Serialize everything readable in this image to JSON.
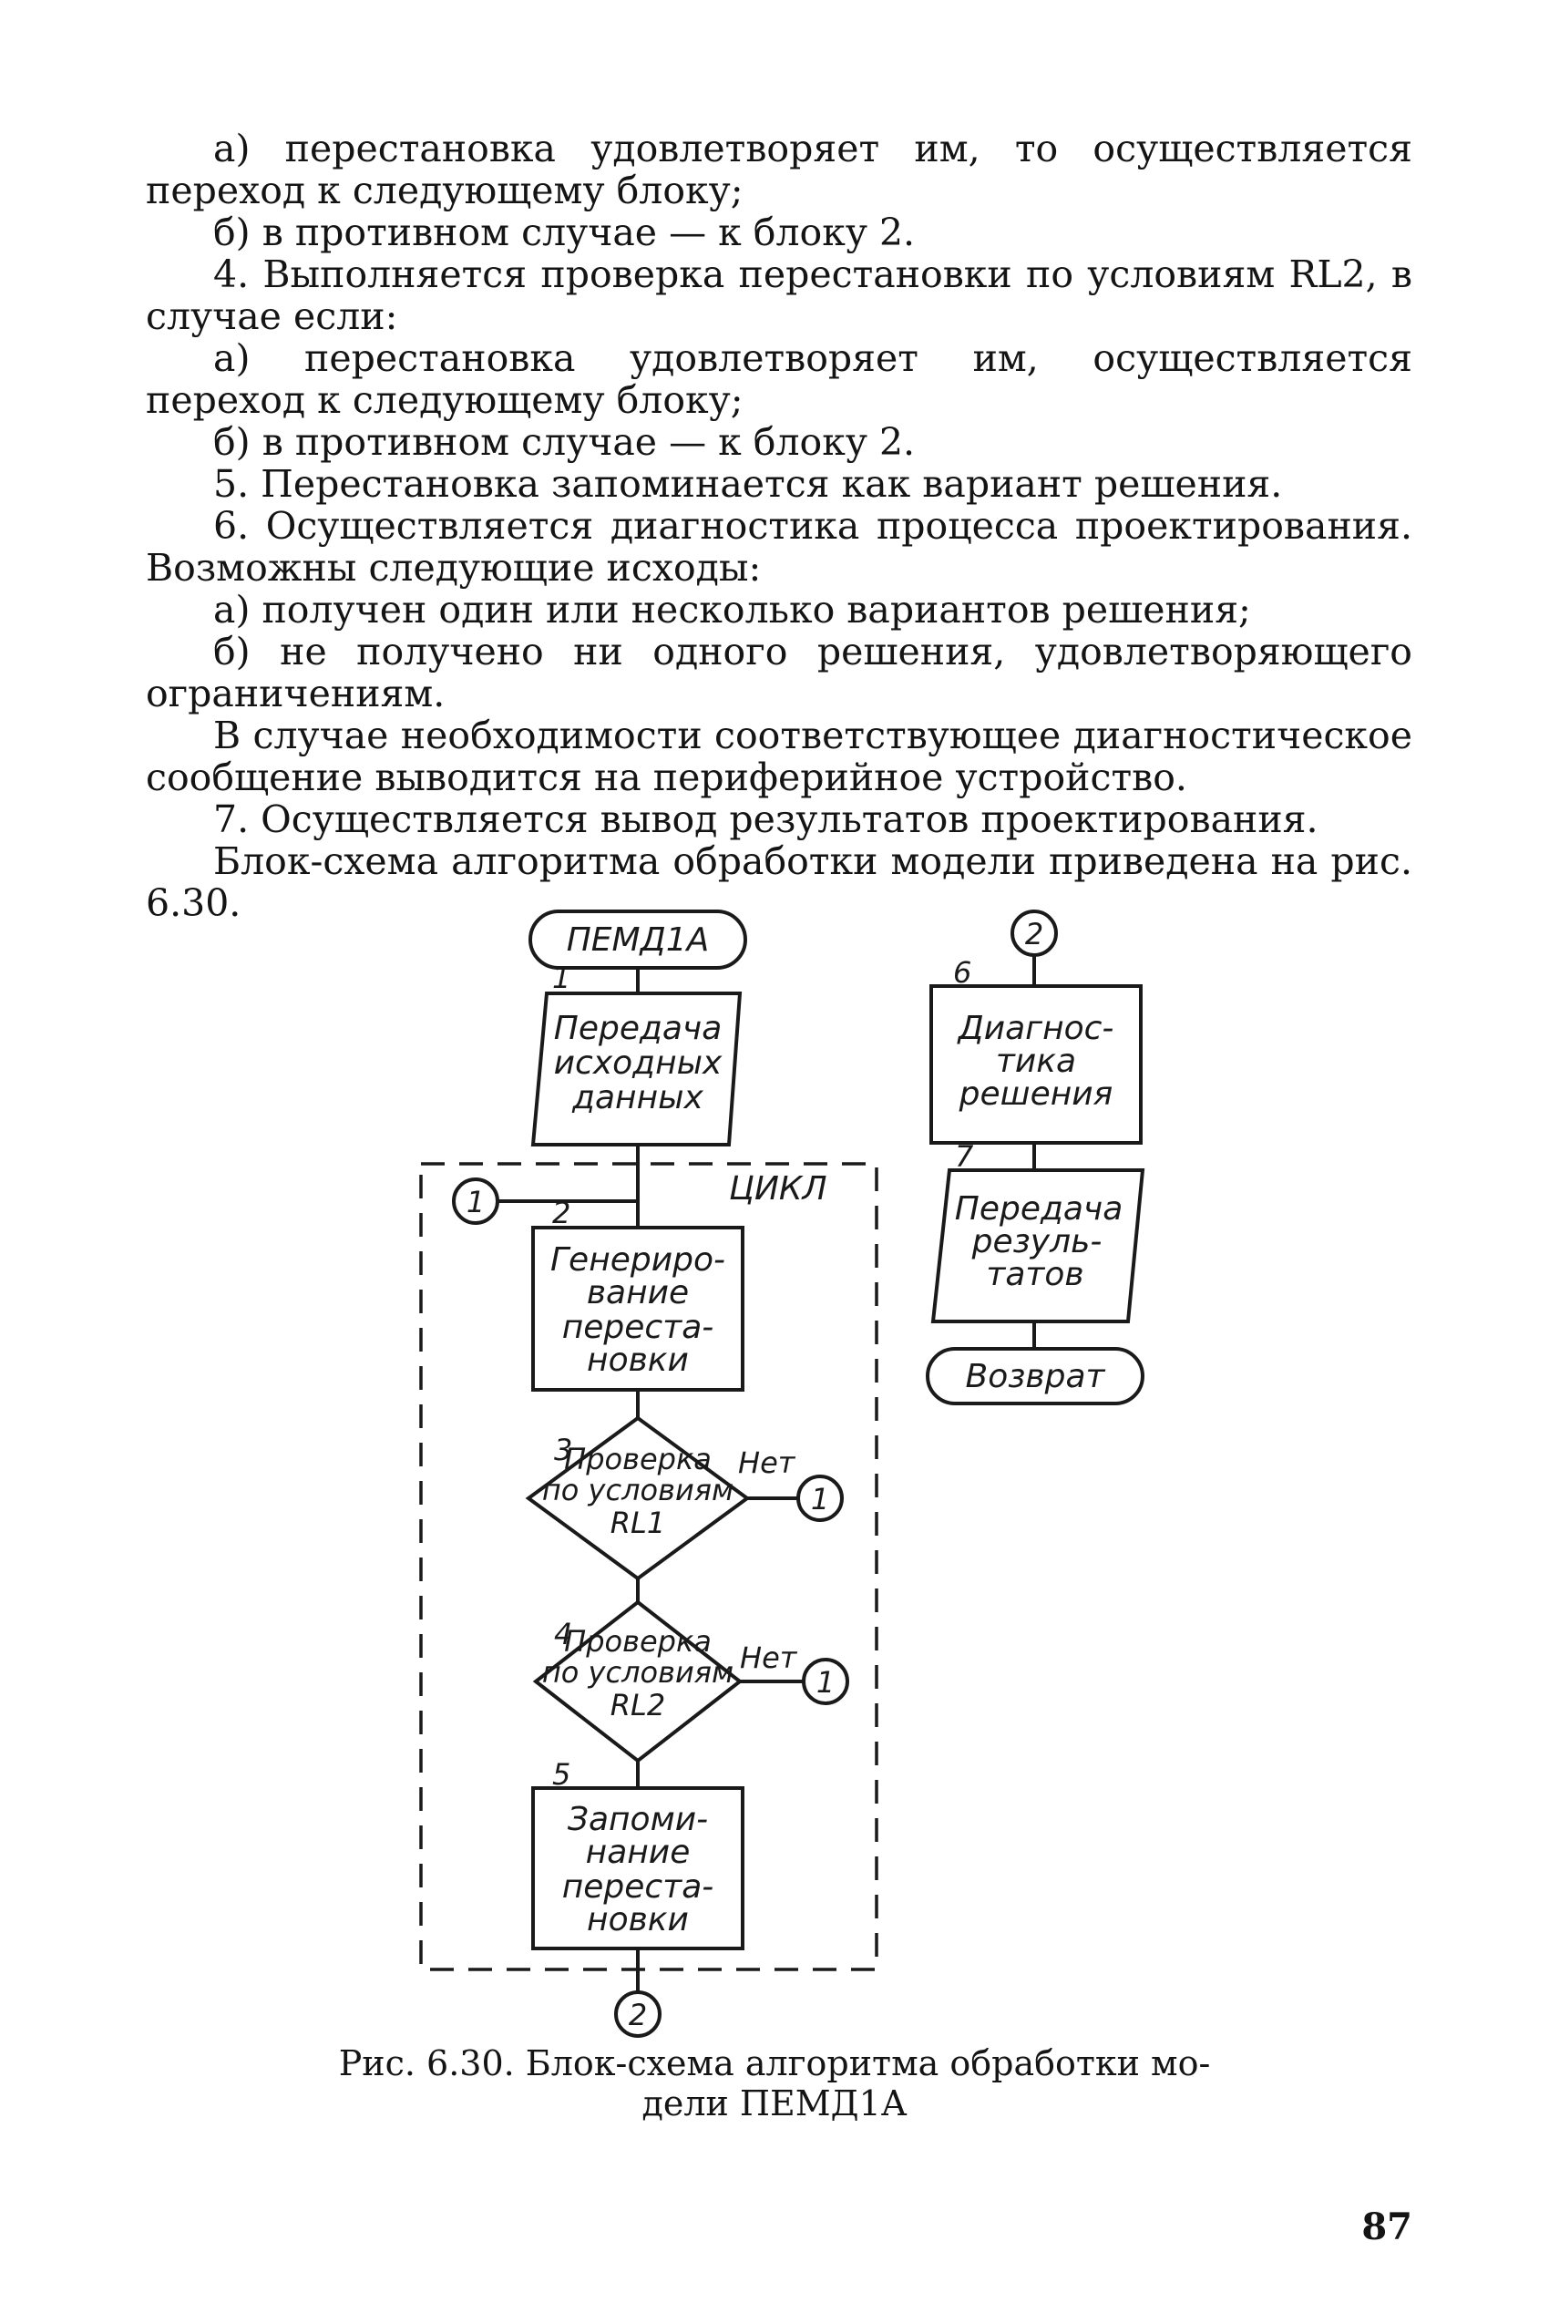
{
  "paragraphs": [
    "а) перестановка удовлетворяет им, то осуществляется переход к следующему блоку;",
    "б) в противном случае — к блоку 2.",
    "4. Выполняется проверка перестановки по условиям RL2, в случае если:",
    "а) перестановка удовлетворяет им, осуществляется переход к следующему блоку;",
    "б) в противном случае — к блоку 2.",
    "5. Перестановка запоминается как вариант решения.",
    "6. Осуществляется диагностика процесса проектирования. Возможны следующие исходы:",
    "а) получен один или несколько вариантов решения;",
    "б) не получено ни одного решения, удовлетворяющего ограничениям.",
    "В случае необходимости соответствующее диагностическое сообщение выводится на периферийное устройство.",
    "7. Осуществляется вывод результатов проектирования.",
    "Блок-схема алгоритма обработки модели приведена на рис. 6.30."
  ],
  "flowchart": {
    "start_label": "ПЕМД1А",
    "cycle_label": "ЦИКЛ",
    "connector_1": "1",
    "connector_2": "2",
    "block_1": {
      "num": "1",
      "lines": [
        "Передача",
        "исходных",
        "данных"
      ]
    },
    "block_2": {
      "num": "2",
      "lines": [
        "Генериро-",
        "вание",
        "переста-",
        "новки"
      ]
    },
    "block_3": {
      "num": "3",
      "lines": [
        "Проверка",
        "по условиям",
        "RL1"
      ],
      "no": "Нет"
    },
    "block_4": {
      "num": "4",
      "lines": [
        "Проверка",
        "по условиям",
        "RL2"
      ],
      "no": "Нет"
    },
    "block_5": {
      "num": "5",
      "lines": [
        "Запоми-",
        "нание",
        "переста-",
        "новки"
      ]
    },
    "block_6": {
      "num": "6",
      "lines": [
        "Диагнос-",
        "тика",
        "решения"
      ]
    },
    "block_7": {
      "num": "7",
      "lines": [
        "Передача",
        "резуль-",
        "татов"
      ]
    },
    "end_label": "Возврат"
  },
  "caption": {
    "line1": "Рис. 6.30. Блок-схема алгоритма обработки мо-",
    "line2": "дели ПЕМД1А"
  },
  "page_number": "87"
}
